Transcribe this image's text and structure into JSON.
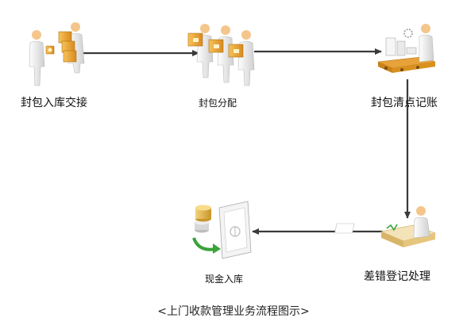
{
  "steps": [
    {
      "label": "封包入库交接",
      "icon": "handover-people-icon"
    },
    {
      "label": "封包分配",
      "icon": "package-distribution-people-icon"
    },
    {
      "label": "封包清点记账",
      "icon": "counting-worker-icon"
    },
    {
      "label": "差错登记处理",
      "icon": "error-registration-worker-icon"
    },
    {
      "label": "现金入库",
      "icon": "vault-coins-icon"
    }
  ],
  "caption": "<上门收款管理业务流程图示>",
  "colors": {
    "arrow": "#3a3a3a",
    "person": "#e6e6e6",
    "skin": "#f4c68c",
    "box": "#e8a23a",
    "coin": "#e0b34c",
    "vault": "#f2f2f2",
    "green_arrow": "#3aa33a"
  }
}
